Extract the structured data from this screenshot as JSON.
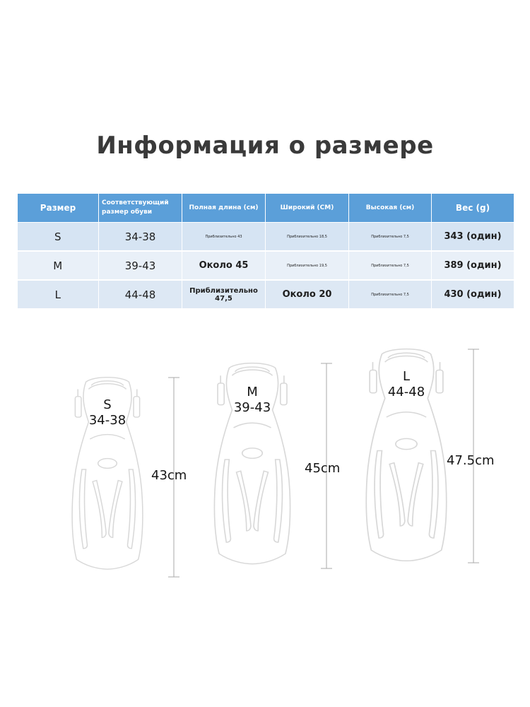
{
  "title": "Информация о размере",
  "table": {
    "headers": [
      "Размер",
      "Соответствующий размер обуви",
      "Полная длина (см)",
      "Широкий (СМ)",
      "Высокая (см)",
      "Вес (g)"
    ],
    "rows": [
      [
        "S",
        "34-38",
        "Приблизительно 43",
        "Приблизительно 18,5",
        "Приблизительно 7,5",
        "343 (один)"
      ],
      [
        "M",
        "39-43",
        "Около 45",
        "Приблизительно 19,5",
        "Приблизительно 7,5",
        "389 (один)"
      ],
      [
        "L",
        "44-48",
        "Приблизительно 47,5",
        "Около 20",
        "Приблизительно 7,5",
        "430 (один)"
      ]
    ]
  },
  "fins": [
    {
      "size": "S",
      "shoe": "34-38",
      "length": "43cm"
    },
    {
      "size": "M",
      "shoe": "39-43",
      "length": "45cm"
    },
    {
      "size": "L",
      "shoe": "44-48",
      "length": "47.5cm"
    }
  ]
}
